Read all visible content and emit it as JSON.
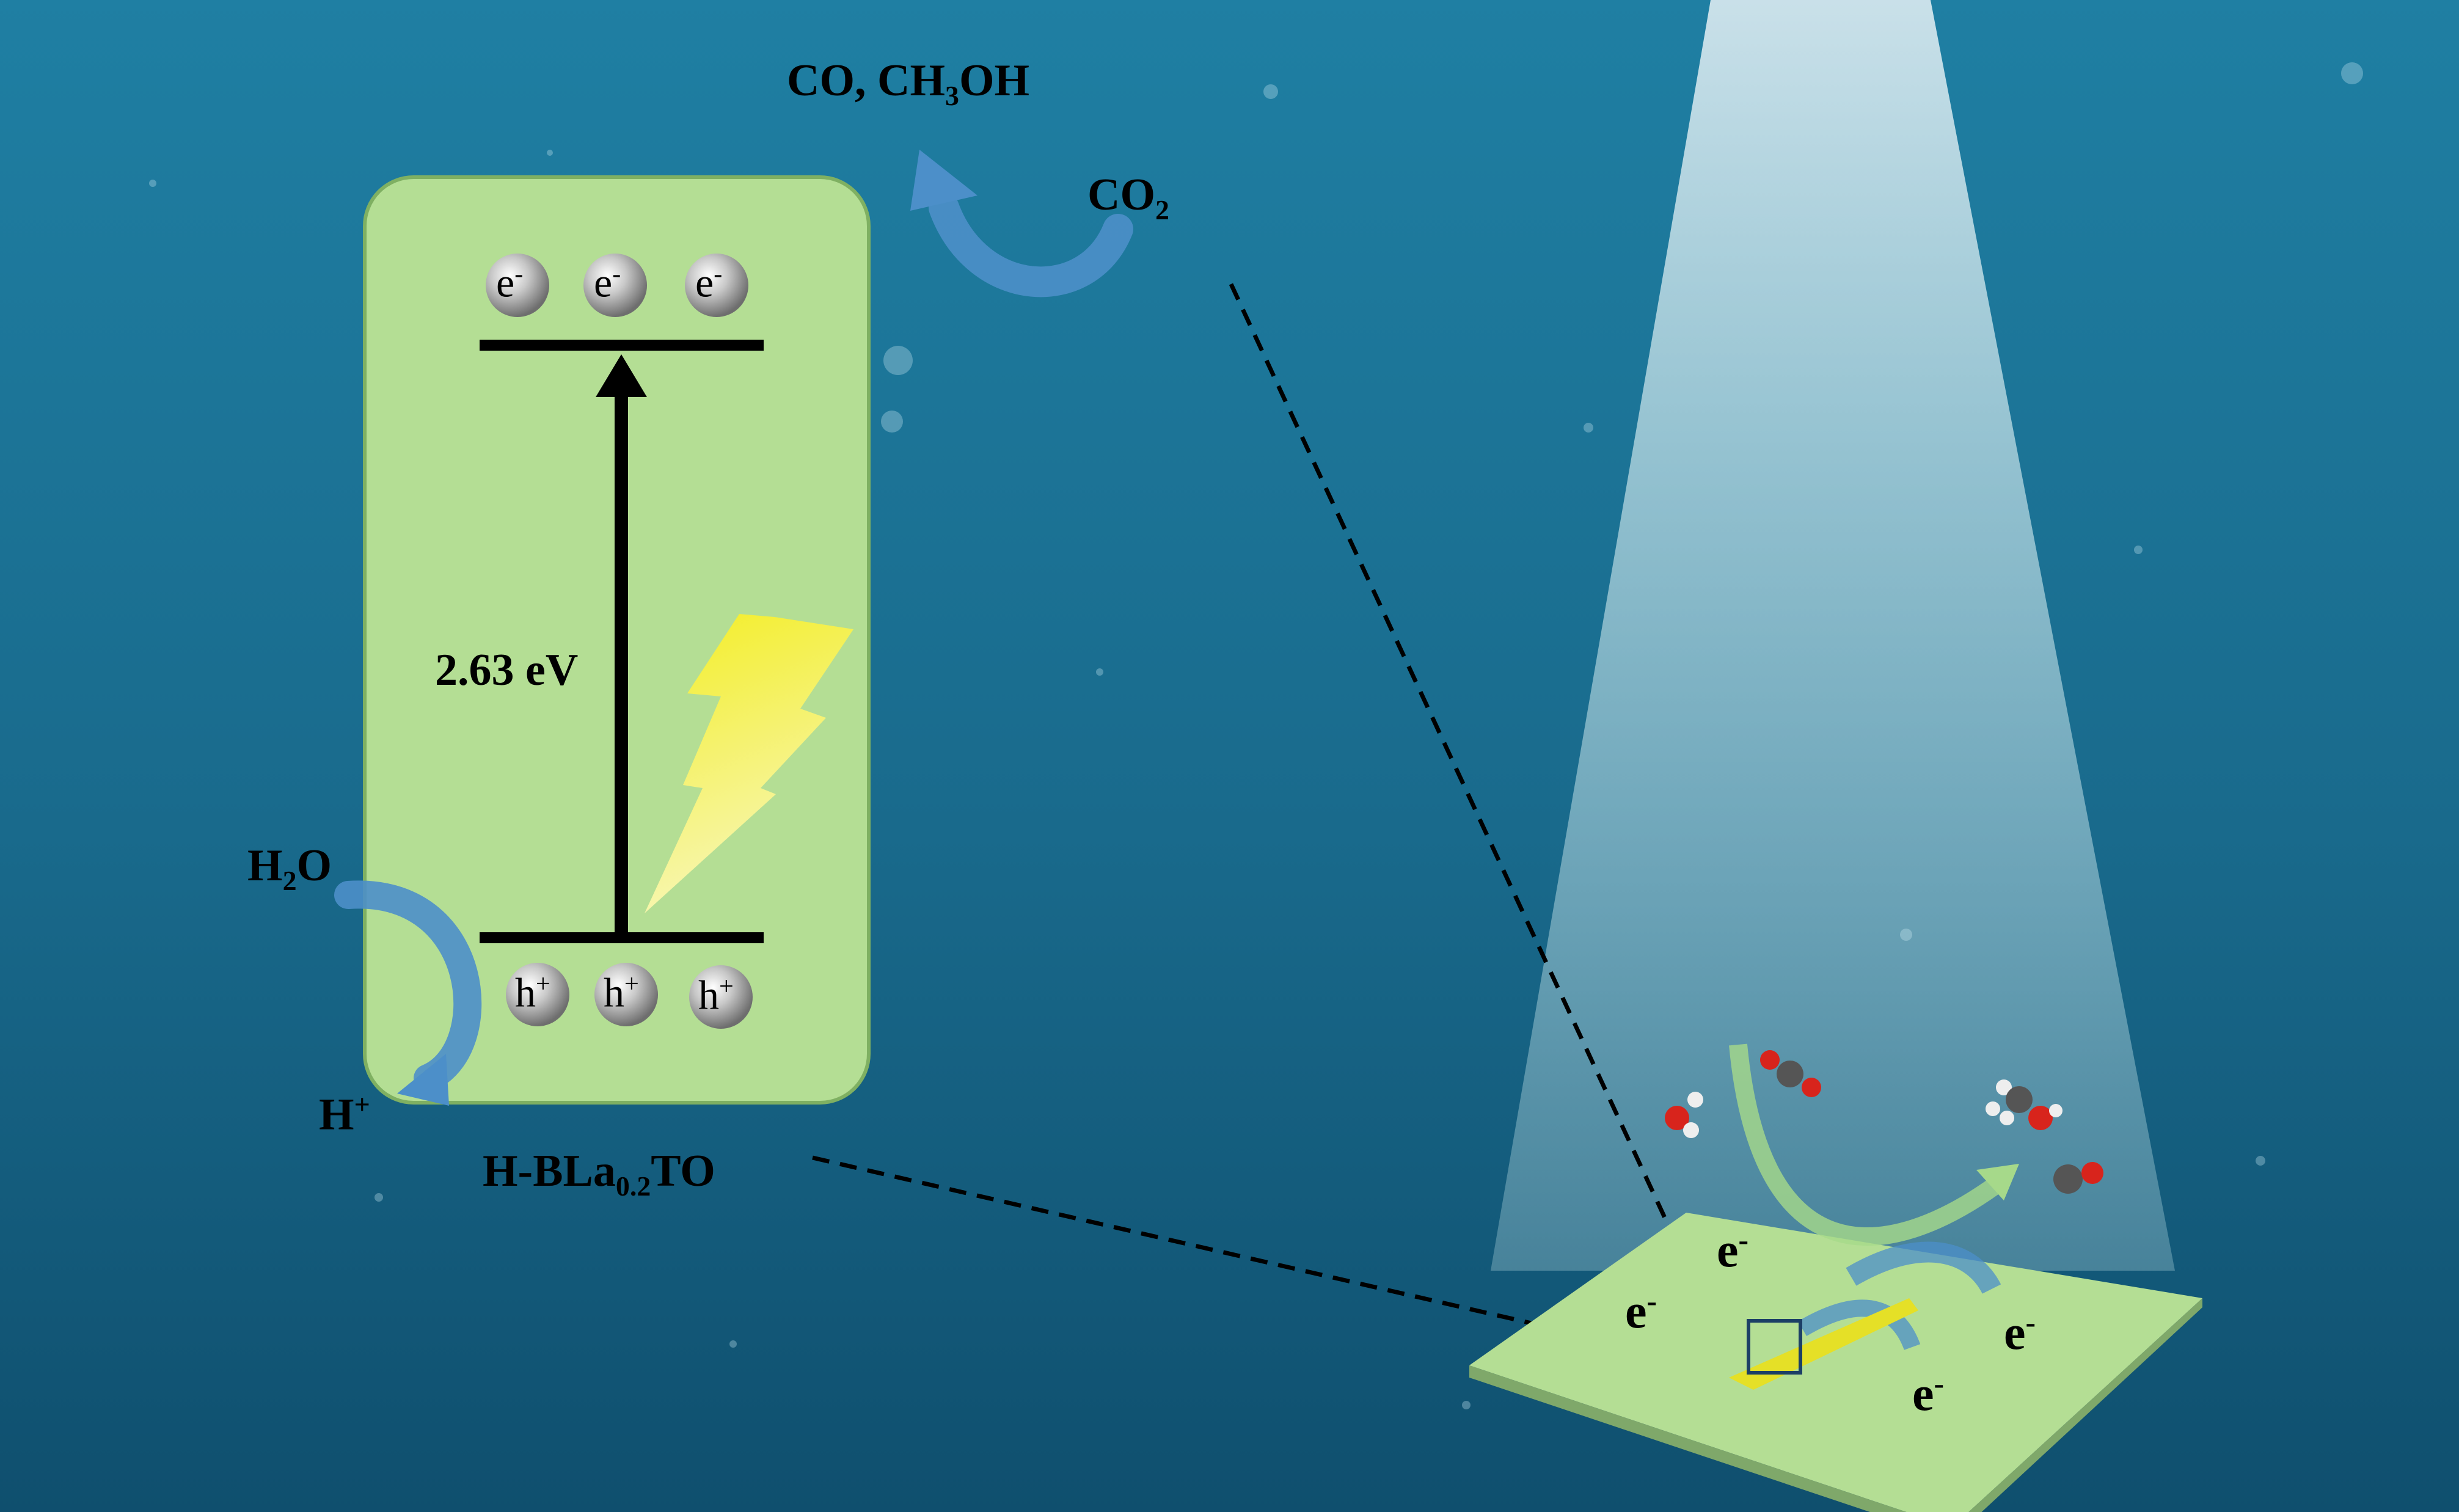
{
  "colors": {
    "background": "#1b6f92",
    "panel": "#b4de94",
    "panel_border": "#7fb062",
    "light_beam": "#dff3f5",
    "lightning": "#f4ec3a",
    "curved_arrow": "#4c8fc9",
    "green_arrow": "#a6d98a"
  },
  "energy_diagram": {
    "band_gap": "2.63 eV",
    "electron_symbol": "e",
    "electron_charge": "-",
    "hole_symbol": "h",
    "hole_charge": "+"
  },
  "reduction": {
    "products": {
      "a": "CO, CH",
      "sub": "3",
      "b": "OH"
    },
    "reactant": {
      "a": "CO",
      "sub": "2"
    }
  },
  "oxidation": {
    "reactant": {
      "a": "H",
      "sub": "2",
      "b": "O"
    },
    "product": {
      "a": "H",
      "sup": "+"
    }
  },
  "catalyst": {
    "a": "H-BLa",
    "sub": "0.2",
    "b": "TO"
  },
  "plate_electrons": {
    "symbol": "e",
    "charge": "-"
  }
}
